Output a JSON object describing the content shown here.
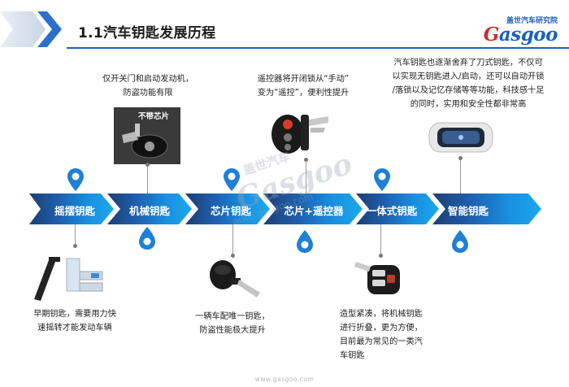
{
  "header": {
    "title": "1.1汽车钥匙发展历程",
    "logo_cn": "盖世汽车研究院",
    "logo_en_g": "G",
    "logo_en_rest": "asgoo"
  },
  "stages": [
    {
      "label": "摇摆钥匙"
    },
    {
      "label": "机械钥匙"
    },
    {
      "label": "芯片钥匙"
    },
    {
      "label": "芯片+遥控器"
    },
    {
      "label": "一体式钥匙"
    },
    {
      "label": "智能钥匙"
    }
  ],
  "descriptions": {
    "mechanical": [
      "仅开关门和启动发动机，",
      "防盗功能有限"
    ],
    "remote": [
      "遥控器将开闭锁从“手动”",
      "变为“遥控”，便利性提升"
    ],
    "smart": [
      "汽车钥匙也逐渐舍弃了刀式钥匙，不仅可",
      "以实现无钥匙进入/启动，还可以自动开锁",
      "/落锁以及记忆存储等等功能，科技感十足",
      "的同时，实用和安全性都非常高"
    ],
    "crank": [
      "早期钥匙，需要用力快",
      "速摇转才能发动车辆"
    ],
    "chip": [
      "一辆车配唯一钥匙，",
      "防盗性能极大提升"
    ],
    "integrated": [
      "造型紧凑，将机械钥匙",
      "进行折叠，更为方便，",
      "目前最为常见的一类汽",
      "车钥匙"
    ]
  },
  "image_captions": {
    "mechanical_key": "不带芯片"
  },
  "watermark": {
    "cn": "盖世汽车",
    "en": "Gasgoo",
    "url": "auto.gasgoo.com"
  },
  "footer": {
    "url": "www.gasgoo.com"
  },
  "colors": {
    "accent_blue": "#1f5fb8",
    "timeline_dark": "#1d3f72",
    "timeline_light": "#1aa3e8",
    "pin_blue": "#1f80d6"
  }
}
